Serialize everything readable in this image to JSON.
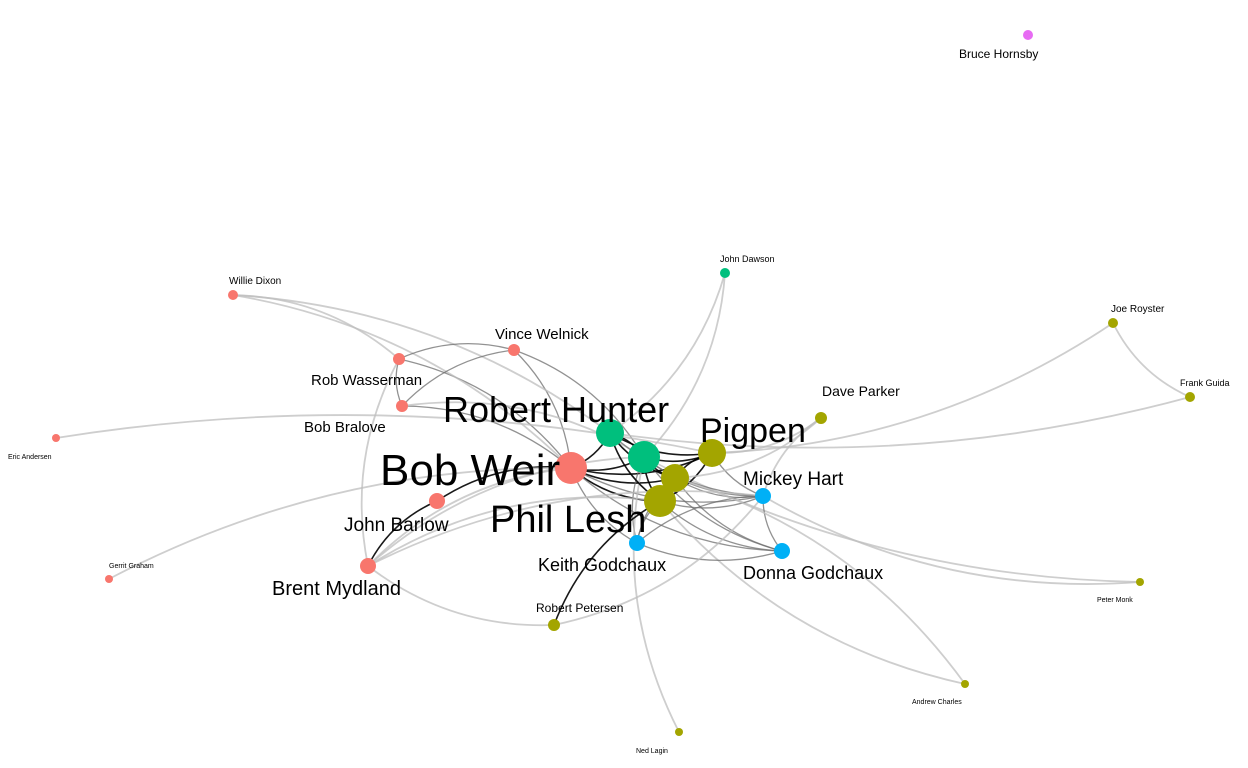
{
  "chart_data": {
    "type": "network",
    "colors": {
      "group1": "#F8766D",
      "group2": "#00BF7D",
      "group3": "#A3A500",
      "group4": "#00B0F6",
      "group5": "#E76BF3"
    },
    "nodes": [
      {
        "id": "bob_weir",
        "label": "Bob Weir",
        "group": "group1",
        "size": "xl"
      },
      {
        "id": "phil_lesh",
        "label": "Phil Lesh",
        "group": "group3",
        "size": "xl"
      },
      {
        "id": "robert_hunter",
        "label": "Robert Hunter",
        "group": "group2",
        "size": "lg"
      },
      {
        "id": "jerry_garcia",
        "label": "",
        "group": "group2",
        "size": "xl"
      },
      {
        "id": "pigpen",
        "label": "Pigpen",
        "group": "group3",
        "size": "lg"
      },
      {
        "id": "bill_kreutzmann",
        "label": "",
        "group": "group3",
        "size": "lg"
      },
      {
        "id": "mickey_hart",
        "label": "Mickey Hart",
        "group": "group4",
        "size": "md"
      },
      {
        "id": "keith_godchaux",
        "label": "Keith Godchaux",
        "group": "group4",
        "size": "md"
      },
      {
        "id": "donna_godchaux",
        "label": "Donna Godchaux",
        "group": "group4",
        "size": "md"
      },
      {
        "id": "john_barlow",
        "label": "John Barlow",
        "group": "group1",
        "size": "md"
      },
      {
        "id": "brent_mydland",
        "label": "Brent Mydland",
        "group": "group1",
        "size": "md"
      },
      {
        "id": "vince_welnick",
        "label": "Vince Welnick",
        "group": "group1",
        "size": "sm"
      },
      {
        "id": "rob_wasserman",
        "label": "Rob Wasserman",
        "group": "group1",
        "size": "sm"
      },
      {
        "id": "bob_bralove",
        "label": "Bob Bralove",
        "group": "group1",
        "size": "sm"
      },
      {
        "id": "willie_dixon",
        "label": "Willie Dixon",
        "group": "group1",
        "size": "xs"
      },
      {
        "id": "eric_andersen",
        "label": "Eric Andersen",
        "group": "group1",
        "size": "xxs"
      },
      {
        "id": "gerrit_graham",
        "label": "Gerrit Graham",
        "group": "group1",
        "size": "xxs"
      },
      {
        "id": "john_dawson",
        "label": "John Dawson",
        "group": "group2",
        "size": "xs"
      },
      {
        "id": "dave_parker",
        "label": "Dave Parker",
        "group": "group3",
        "size": "sm"
      },
      {
        "id": "joe_royster",
        "label": "Joe Royster",
        "group": "group3",
        "size": "xs"
      },
      {
        "id": "frank_guida",
        "label": "Frank Guida",
        "group": "group3",
        "size": "xs"
      },
      {
        "id": "robert_petersen",
        "label": "Robert Petersen",
        "group": "group3",
        "size": "sm"
      },
      {
        "id": "peter_monk",
        "label": "Peter Monk",
        "group": "group3",
        "size": "xxs"
      },
      {
        "id": "andrew_charles",
        "label": "Andrew Charles",
        "group": "group3",
        "size": "xxs"
      },
      {
        "id": "ned_lagin",
        "label": "Ned Lagin",
        "group": "group3",
        "size": "xxs"
      },
      {
        "id": "bruce_hornsby",
        "label": "Bruce Hornsby",
        "group": "group5",
        "size": "xs"
      }
    ],
    "edges": [
      [
        "bob_weir",
        "jerry_garcia",
        "strong"
      ],
      [
        "bob_weir",
        "robert_hunter",
        "strong"
      ],
      [
        "bob_weir",
        "phil_lesh",
        "strong"
      ],
      [
        "bob_weir",
        "pigpen",
        "strong"
      ],
      [
        "bob_weir",
        "bill_kreutzmann",
        "strong"
      ],
      [
        "bob_weir",
        "mickey_hart",
        "medium"
      ],
      [
        "bob_weir",
        "keith_godchaux",
        "medium"
      ],
      [
        "bob_weir",
        "donna_godchaux",
        "medium"
      ],
      [
        "bob_weir",
        "john_barlow",
        "strong"
      ],
      [
        "bob_weir",
        "brent_mydland",
        "light"
      ],
      [
        "bob_weir",
        "vince_welnick",
        "medium"
      ],
      [
        "bob_weir",
        "rob_wasserman",
        "medium"
      ],
      [
        "bob_weir",
        "bob_bralove",
        "medium"
      ],
      [
        "bob_weir",
        "willie_dixon",
        "light"
      ],
      [
        "bob_weir",
        "gerrit_graham",
        "light"
      ],
      [
        "jerry_garcia",
        "robert_hunter",
        "strong"
      ],
      [
        "jerry_garcia",
        "phil_lesh",
        "strong"
      ],
      [
        "jerry_garcia",
        "pigpen",
        "strong"
      ],
      [
        "jerry_garcia",
        "bill_kreutzmann",
        "strong"
      ],
      [
        "jerry_garcia",
        "mickey_hart",
        "medium"
      ],
      [
        "jerry_garcia",
        "keith_godchaux",
        "medium"
      ],
      [
        "jerry_garcia",
        "donna_godchaux",
        "medium"
      ],
      [
        "jerry_garcia",
        "john_dawson",
        "light"
      ],
      [
        "jerry_garcia",
        "brent_mydland",
        "light"
      ],
      [
        "jerry_garcia",
        "vince_welnick",
        "medium"
      ],
      [
        "jerry_garcia",
        "bob_bralove",
        "light"
      ],
      [
        "jerry_garcia",
        "ned_lagin",
        "light"
      ],
      [
        "jerry_garcia",
        "peter_monk",
        "light"
      ],
      [
        "robert_hunter",
        "phil_lesh",
        "strong"
      ],
      [
        "robert_hunter",
        "pigpen",
        "strong"
      ],
      [
        "robert_hunter",
        "john_dawson",
        "light"
      ],
      [
        "robert_hunter",
        "mickey_hart",
        "medium"
      ],
      [
        "robert_hunter",
        "bill_kreutzmann",
        "strong"
      ],
      [
        "robert_hunter",
        "willie_dixon",
        "light"
      ],
      [
        "robert_hunter",
        "frank_guida",
        "light"
      ],
      [
        "phil_lesh",
        "pigpen",
        "strong"
      ],
      [
        "phil_lesh",
        "bill_kreutzmann",
        "strong"
      ],
      [
        "phil_lesh",
        "mickey_hart",
        "medium"
      ],
      [
        "phil_lesh",
        "keith_godchaux",
        "medium"
      ],
      [
        "phil_lesh",
        "donna_godchaux",
        "medium"
      ],
      [
        "phil_lesh",
        "robert_petersen",
        "strong"
      ],
      [
        "phil_lesh",
        "brent_mydland",
        "light"
      ],
      [
        "phil_lesh",
        "andrew_charles",
        "light"
      ],
      [
        "pigpen",
        "bill_kreutzmann",
        "strong"
      ],
      [
        "pigpen",
        "mickey_hart",
        "medium"
      ],
      [
        "pigpen",
        "dave_parker",
        "light"
      ],
      [
        "pigpen",
        "joe_royster",
        "light"
      ],
      [
        "pigpen",
        "eric_andersen",
        "light"
      ],
      [
        "bill_kreutzmann",
        "mickey_hart",
        "medium"
      ],
      [
        "bill_kreutzmann",
        "donna_godchaux",
        "medium"
      ],
      [
        "bill_kreutzmann",
        "keith_godchaux",
        "medium"
      ],
      [
        "bill_kreutzmann",
        "dave_parker",
        "light"
      ],
      [
        "mickey_hart",
        "donna_godchaux",
        "medium"
      ],
      [
        "mickey_hart",
        "keith_godchaux",
        "medium"
      ],
      [
        "mickey_hart",
        "peter_monk",
        "light"
      ],
      [
        "mickey_hart",
        "brent_mydland",
        "light"
      ],
      [
        "keith_godchaux",
        "donna_godchaux",
        "medium"
      ],
      [
        "john_barlow",
        "brent_mydland",
        "strong"
      ],
      [
        "vince_welnick",
        "rob_wasserman",
        "medium"
      ],
      [
        "vince_welnick",
        "bob_bralove",
        "medium"
      ],
      [
        "rob_wasserman",
        "bob_bralove",
        "medium"
      ],
      [
        "rob_wasserman",
        "willie_dixon",
        "light"
      ],
      [
        "rob_wasserman",
        "brent_mydland",
        "light"
      ],
      [
        "joe_royster",
        "frank_guida",
        "light"
      ],
      [
        "dave_parker",
        "mickey_hart",
        "light"
      ],
      [
        "brent_mydland",
        "robert_petersen",
        "light"
      ],
      [
        "robert_petersen",
        "mickey_hart",
        "light"
      ],
      [
        "andrew_charles",
        "bill_kreutzmann",
        "light"
      ]
    ]
  }
}
